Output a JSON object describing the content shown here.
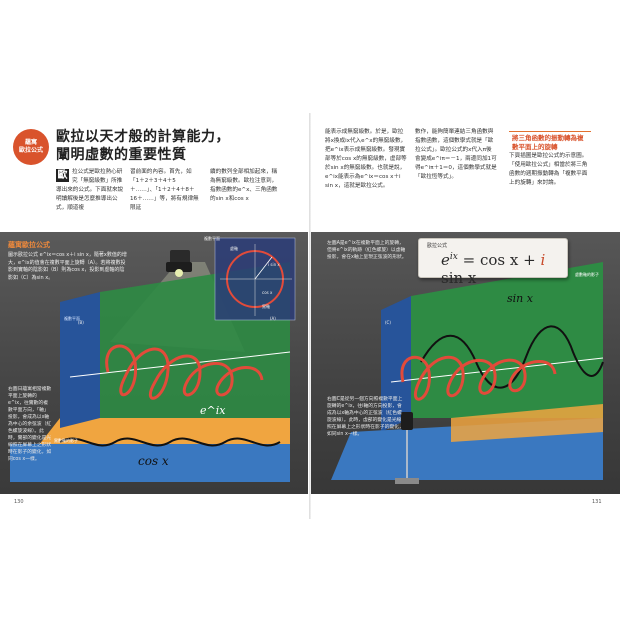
{
  "header": {
    "badge_line1": "蘊寓",
    "badge_line2": "歐拉公式",
    "title_line1": "歐拉以天才般的計算能力，",
    "title_line2": "闡明虛數的重要性質"
  },
  "col1": {
    "dropcap": "歐",
    "text": "拉公式是歐拉熱心研究「無窮級數」所推導出來的公式。下面就來說明讀解後是怎麼推導出公式，順道複"
  },
  "col2": {
    "text": "習前面的內容。首先，如「1＋2＋3＋4＋5＋……」、「1＋2＋4＋8＋16＋……」等，將有規律無限延"
  },
  "col3": {
    "text": "續的數列全部相加起來，稱為無窮級數。歐拉注意到，指數函數的e^x、三角函數的sin x和cos x"
  },
  "col4": {
    "text": "能表示成無窮級數。於是，歐拉將x換成ix代入e^x的無窮級數，把e^ix表示成無窮級數。發現實部等於cos x的無窮級數，虛部等於sin x的無窮級數。也就是說，e^ix能表示為e^ix＝cos x＋i sin x，這就是歐拉公式。"
  },
  "col5": {
    "text": "數作，能夠簡單連結三角函數與指數函數，這個數學式就是「歐拉公式」。歐拉公式的x代入π後會變成e^iπ＝－1，兩邊同加1可得e^iπ＋1＝0，這個數學式就是「歐拉恆等式」。"
  },
  "col6": {
    "heading": "將三角函數的振動轉為複數平面上的旋轉",
    "text": "下頁插圖是歐拉公式的示意圖。「使用歐拉公式」相當於將三角函數的週期振動轉為「複數平面上的旋轉」來討論。"
  },
  "figure_left": {
    "title": "蘊寓歐拉公式",
    "intro": "圖示歐拉公式 e^ix＝cos x＋i sin x，隨著x數值的增大，e^ix的值會在複數平面上旋轉（A）。若將複數投影到實軸的陰影如（B）則為cos x，投影到虛軸的陰影如（C）為sin x。",
    "label_projector": "複數平面",
    "label_b": "(B)",
    "label_a": "(A)",
    "label_imag_axis": "虛軸",
    "label_real_axis": "實軸",
    "unit_circle_label": "cos x",
    "label_isin": "i sin x",
    "caption": "右圖日蘊寓相當複數平面上旋轉的e^ix，往實數的複數平面方向，「軸」投影，會成為以x軸為中心的余弦波（紅色螺旋波線）。此時，實部的變化是光線照在屏幕上之形狀時在影子的變化，如同cos x一樣。",
    "curve_label": "e^ix",
    "floor_label": "cos x",
    "floor_tag": "實數軸的影子",
    "back_tag": "複數平面"
  },
  "figure_right": {
    "label_c": "(C)",
    "intro": "左圖A是e^ix在複數平面上的旋轉，但將e^ix的軌跡（紅色螺旋）以虛軸投影，會在x軸上呈現正弦波的形狀。",
    "formula_title": "歐拉公式",
    "formula_lhs": "e",
    "formula_exp": "ix",
    "formula_rhs_cos": " = cos x + ",
    "formula_rhs_i": "i",
    "formula_rhs_sin": " sin x",
    "wall_label": "sin x",
    "wall_tag": "虛數軸的影子",
    "caption": "右圖C是從另一個方向照複數平面上旋轉的e^ix，往i軸的方向投影，會成為以x軸為中心的正弦波（紅色螺旋波線）。此時，虛部的變化是光線照在屏幕上之形狀時在影子的變化，如同sin x一樣。"
  },
  "pages": {
    "left": "130",
    "right": "131"
  },
  "colors": {
    "accent": "#d9532c",
    "green_wall": "#2e8b44",
    "blue_wall": "#27549a",
    "floor_orange": "#f0a540",
    "floor_blue": "#3a78c0"
  }
}
